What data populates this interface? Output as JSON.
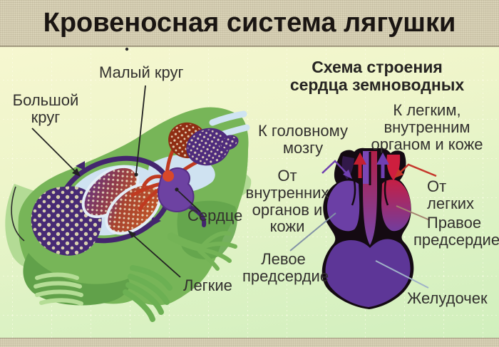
{
  "title": "Кровеносная система лягушки",
  "scheme_title": "Схема строения\nсердца земноводных",
  "frog_labels": {
    "small_circle": "Малый круг",
    "big_circle": "Большой\nкруг",
    "heart": "Сердце",
    "lungs": "Легкие"
  },
  "heart_labels": {
    "to_brain": "К головному\nмозгу",
    "to_lungs_organs_skin": "К легким,\nвнутренним\nорганом и коже",
    "from_organs_skin": "От внутренних\nорганов и кожи",
    "from_lungs": "От легких",
    "right_atrium": "Правое\nпредсердие",
    "left_atrium": "Левое\nпредсердие",
    "ventricle": "Желудочек"
  },
  "colors": {
    "title_background": "#d8d1b6",
    "title_text": "#1a1512",
    "background_top": "#f8f7d0",
    "background_bottom": "#d2efbe",
    "frog_green": "#77b558",
    "vessel_purple": "#43256e",
    "artery_red": "#c03a20",
    "heart_purple": "#6b3fa5",
    "heart_crimson": "#c41f45",
    "label_text": "#32302e"
  }
}
